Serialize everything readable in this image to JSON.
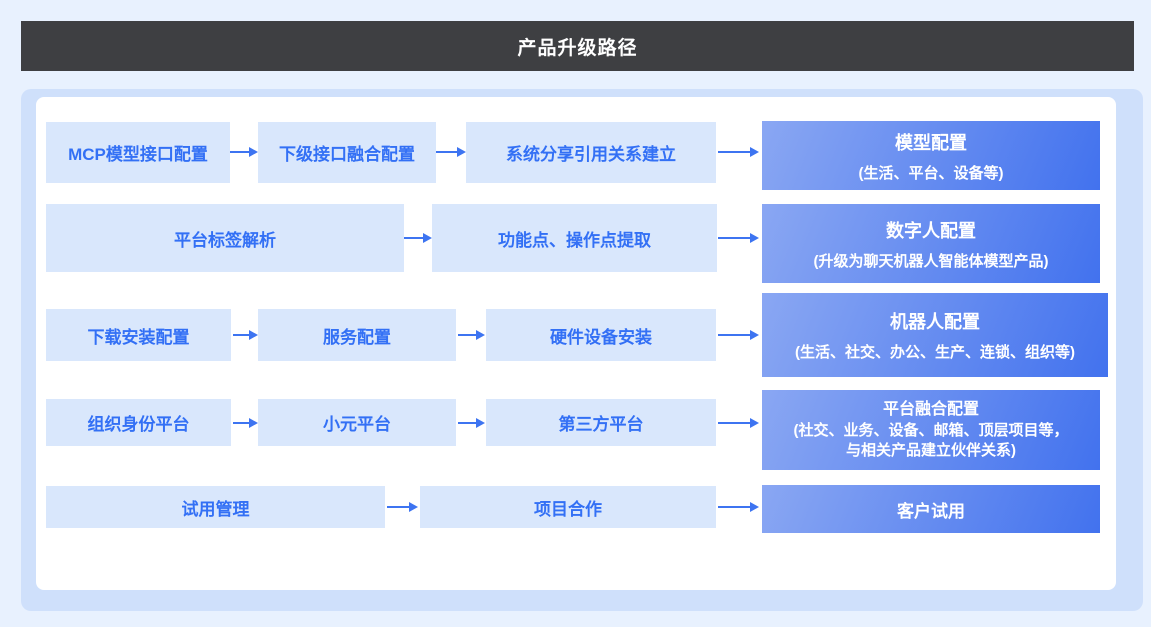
{
  "header": {
    "title": "产品升级路径"
  },
  "colors": {
    "header_bg": "#3e3f42",
    "page_bg": "#e8f1fe",
    "container_bg": "#cfe0fb",
    "panel_bg": "#ffffff",
    "step_box_bg": "#d9e7fc",
    "step_text": "#3370f5",
    "arrow": "#3d74f1",
    "result_gradient_start": "#8aa7f3",
    "result_gradient_end": "#4272ee",
    "result_text": "#ffffff"
  },
  "rows": [
    {
      "steps": [
        "MCP模型接口配置",
        "下级接口融合配置",
        "系统分享引用关系建立"
      ],
      "result": {
        "title": "模型配置",
        "lines": [
          "(生活、平台、设备等)"
        ]
      }
    },
    {
      "steps": [
        "平台标签解析",
        "功能点、操作点提取"
      ],
      "result": {
        "title": "数字人配置",
        "lines": [
          "(升级为聊天机器人智能体模型产品)"
        ]
      }
    },
    {
      "steps": [
        "下载安装配置",
        "服务配置",
        "硬件设备安装"
      ],
      "result": {
        "title": "机器人配置",
        "lines": [
          "(生活、社交、办公、生产、连锁、组织等)"
        ]
      }
    },
    {
      "steps": [
        "组织身份平台",
        "小元平台",
        "第三方平台"
      ],
      "result": {
        "title": "平台融合配置",
        "lines": [
          "(社交、业务、设备、邮箱、顶层项目等，",
          "与相关产品建立伙伴关系)"
        ]
      }
    },
    {
      "steps": [
        "试用管理",
        "项目合作"
      ],
      "result": {
        "title": "客户试用",
        "lines": []
      }
    }
  ]
}
